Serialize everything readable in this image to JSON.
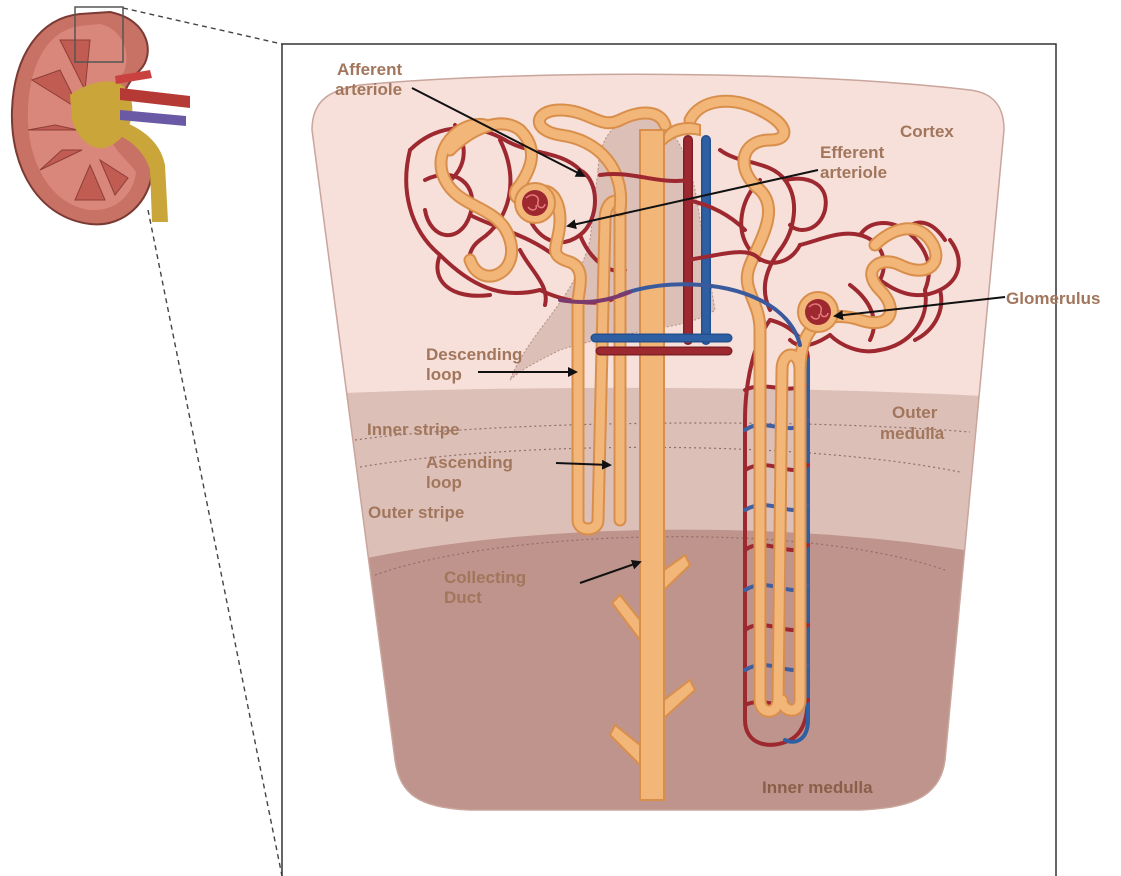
{
  "diagram": {
    "labels": {
      "afferent_1": "Afferent",
      "afferent_2": "arteriole",
      "efferent_1": "Efferent",
      "efferent_2": "arteriole",
      "cortex": "Cortex",
      "glomerulus": "Glomerulus",
      "descending_1": "Descending",
      "descending_2": "loop",
      "outer_medulla_1": "Outer",
      "outer_medulla_2": "medulla",
      "inner_stripe": "Inner stripe",
      "ascending_1": "Ascending",
      "ascending_2": "loop",
      "outer_stripe": "Outer stripe",
      "collecting_1": "Collecting",
      "collecting_2": "Duct",
      "inner_medulla": "Inner medulla"
    },
    "colors": {
      "cortex": "#f6e0d9",
      "outer_medulla": "#dcc0b8",
      "inner_medulla": "#bf948c",
      "tubule": "#f3b679",
      "tubule_edge": "#d98f4c",
      "artery": "#9e2830",
      "vein": "#2f5fa3",
      "kidney_cortex": "#c77264",
      "kidney_pelvis": "#c9a53a"
    }
  }
}
